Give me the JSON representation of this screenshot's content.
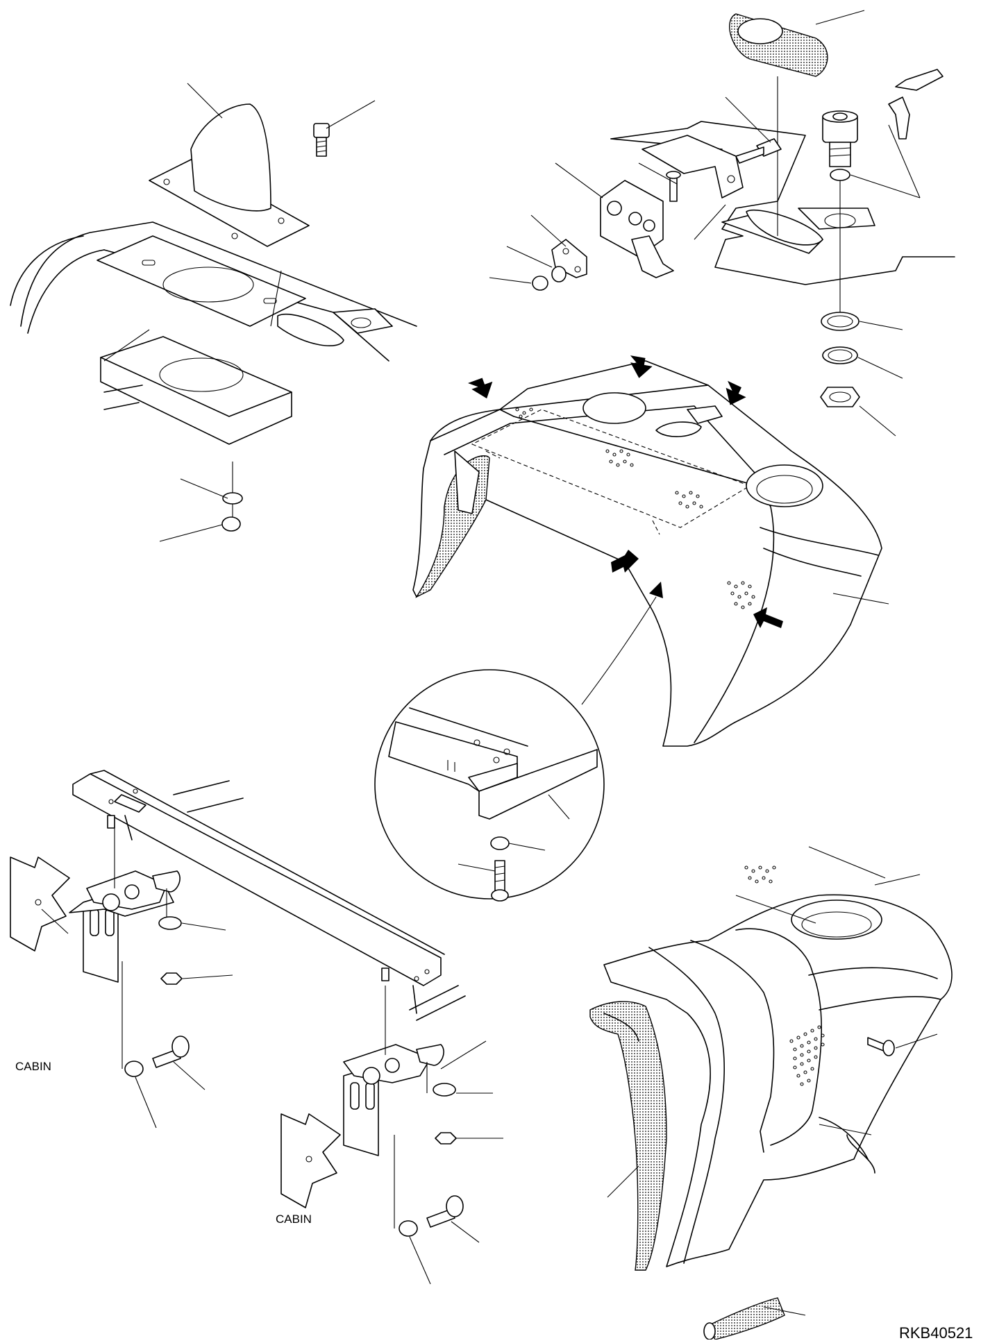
{
  "drawing_id": "RKB40521",
  "labels": {
    "cabin_left": "CABIN",
    "cabin_right": "CABIN"
  },
  "colors": {
    "line": "#000000",
    "background": "#ffffff"
  }
}
